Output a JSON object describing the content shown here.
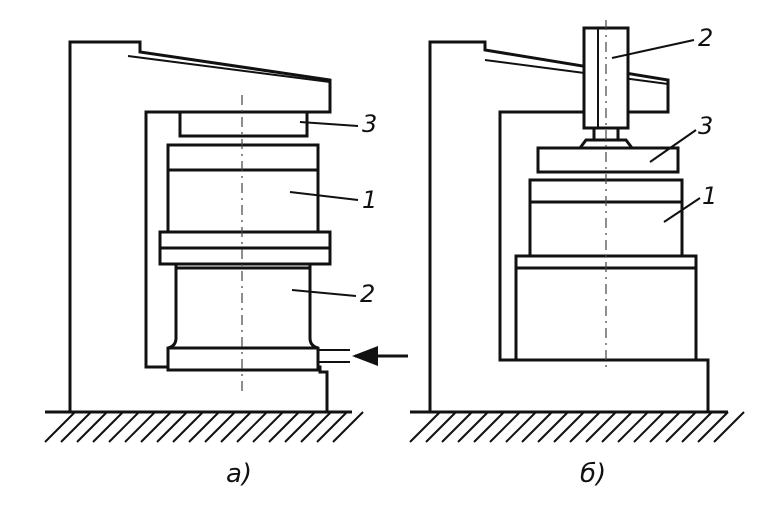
{
  "figure_a": {
    "caption": "a)",
    "labels": {
      "label_1": "1",
      "label_2": "2",
      "label_3": "3"
    }
  },
  "figure_b": {
    "caption": "б)",
    "labels": {
      "label_1": "1",
      "label_2": "2",
      "label_3": "3"
    }
  }
}
